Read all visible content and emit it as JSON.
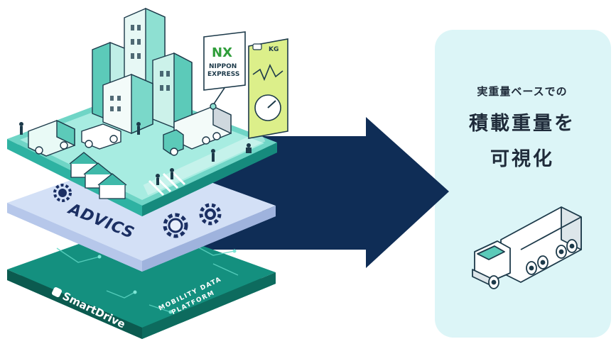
{
  "layers": {
    "top": {
      "sign_logo": "NX",
      "sign_text_1": "NIPPON",
      "sign_text_2": "EXPRESS",
      "kg_label": "KG"
    },
    "middle": {
      "brand": "ADVICS"
    },
    "bottom": {
      "brand": "SmartDrive",
      "platform_line_1": "MOBILITY DATA",
      "platform_line_2": "PLATFORM"
    }
  },
  "callout": {
    "subtitle": "実重量ベースでの",
    "title_line_1": "積載重量を",
    "title_line_2": "可視化"
  },
  "colors": {
    "navy_arrow": "#0f2d56",
    "teal_city": "#3fc4b5",
    "teal_dark": "#1f9a8c",
    "advics_layer": "#c9d9f4",
    "smartdrive_layer": "#14907f",
    "callout_bg": "#dcf5f7",
    "gauge_yellow": "#dcef8a"
  }
}
